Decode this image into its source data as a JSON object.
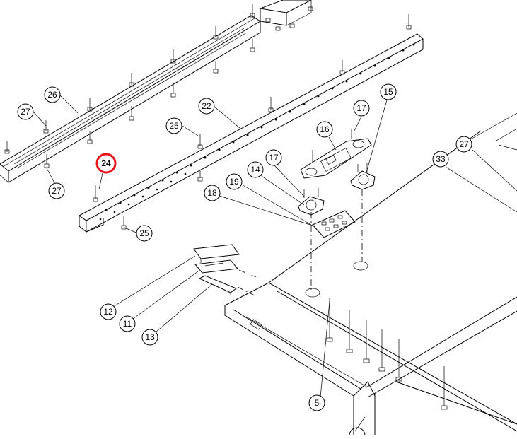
{
  "callouts": {
    "c24": "24",
    "c26": "26",
    "c27a": "27",
    "c27b": "27",
    "c27c": "27",
    "c25a": "25",
    "c25b": "25",
    "c22": "22",
    "c15": "15",
    "c17a": "17",
    "c17b": "17",
    "c16": "16",
    "c14": "14",
    "c19": "19",
    "c18": "18",
    "c33": "33",
    "c12": "12",
    "c11": "11",
    "c13": "13",
    "c5": "5"
  },
  "highlight": {
    "callout": "24",
    "color": "#e8141b"
  }
}
